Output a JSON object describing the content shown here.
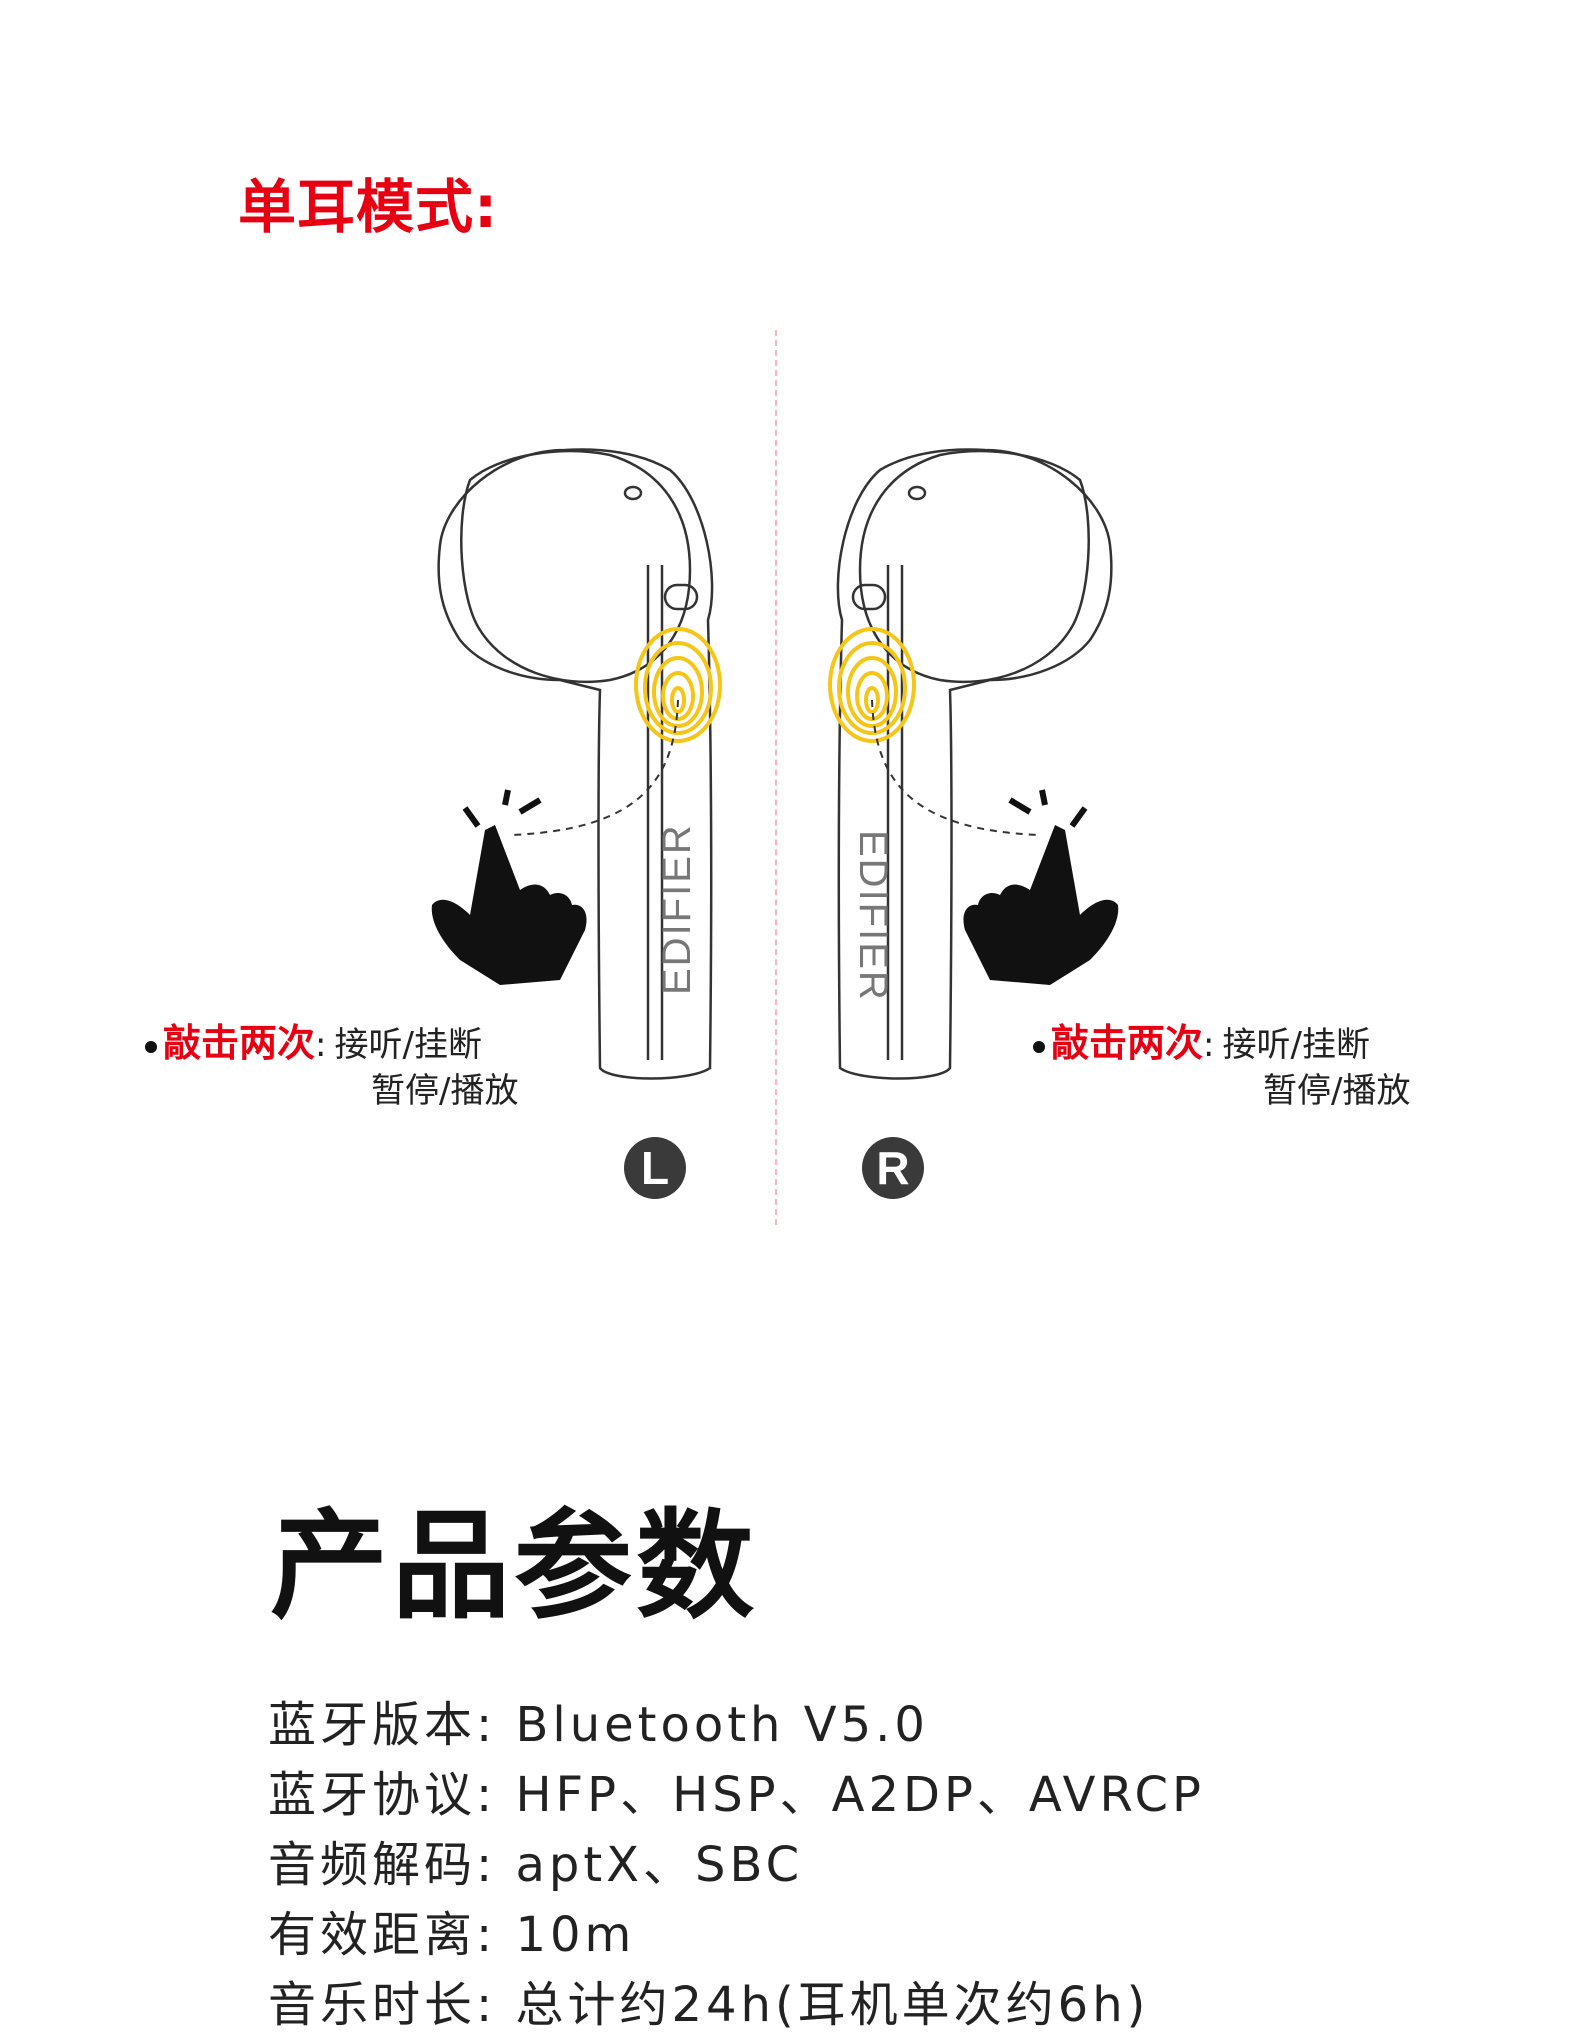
{
  "mode": {
    "title": "单耳模式:"
  },
  "left": {
    "action": "敲击两次",
    "colon": ":",
    "line1": "接听/挂断",
    "line2": "暂停/播放",
    "badge": "L",
    "logo_text": "EDIFIER"
  },
  "right": {
    "action": "敲击两次",
    "colon": ":",
    "line1": "接听/挂断",
    "line2": "暂停/播放",
    "badge": "R",
    "logo_text": "EDIFIER"
  },
  "icons": [
    "earbud-left-icon",
    "earbud-right-icon",
    "fingerprint-icon",
    "tap-hand-icon"
  ],
  "colors": {
    "accent": "#e60012",
    "fingerprint": "#f5c518",
    "badge": "#3a3a3a"
  },
  "specs": {
    "title": "产品参数",
    "rows": [
      {
        "key": "蓝牙版本:",
        "value": "Bluetooth V5.0"
      },
      {
        "key": "蓝牙协议:",
        "value": "HFP、HSP、A2DP、AVRCP"
      },
      {
        "key": "音频解码:",
        "value": "aptX、SBC"
      },
      {
        "key": "有效距离:",
        "value": "10m"
      },
      {
        "key": "音乐时长:",
        "value": "总计约24h(耳机单次约6h)"
      }
    ]
  }
}
